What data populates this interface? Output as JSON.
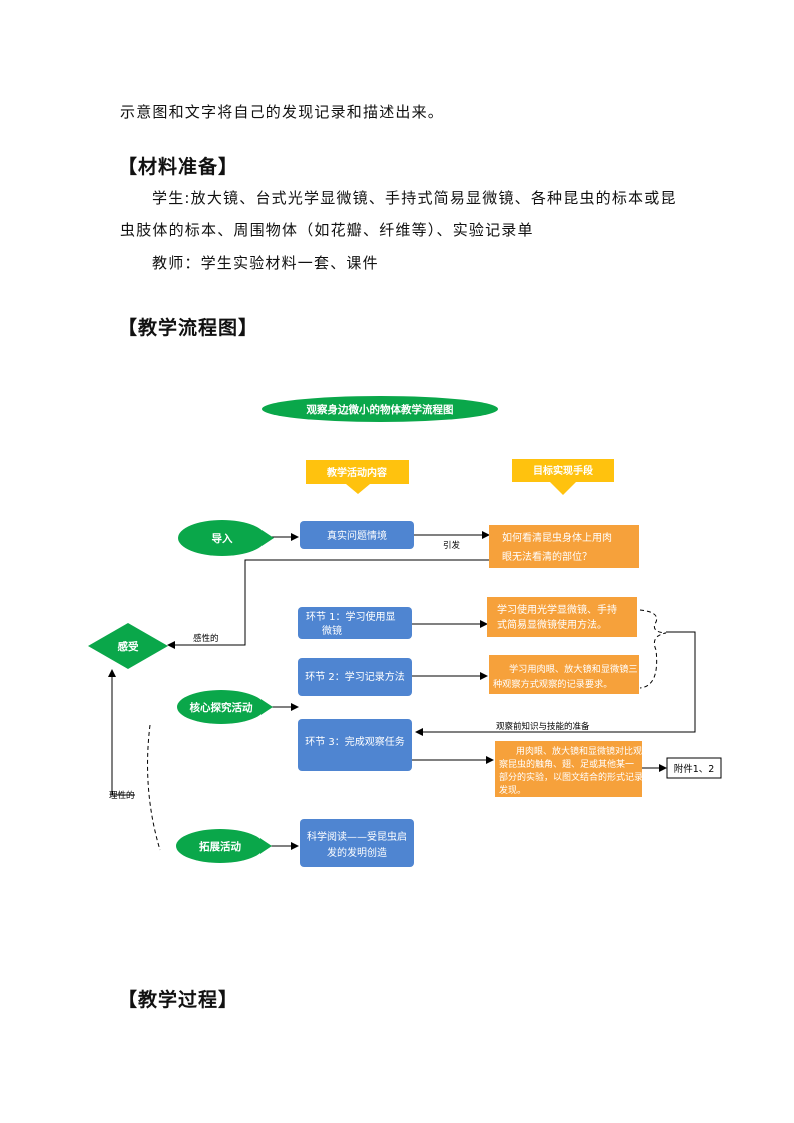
{
  "text": {
    "intro_line": "示意图和文字将自己的发现记录和描述出来。",
    "materials_heading": "【材料准备】",
    "students_line1": "学生:放大镜、台式光学显微镜、手持式简易显微镜、各种昆虫的标本或昆",
    "students_line2": "虫肢体的标本、周围物体（如花瓣、纤维等）、实验记录单",
    "teacher_line": "教师：学生实验材料一套、课件",
    "flowchart_heading": "【教学流程图】",
    "process_heading": "【教学过程】"
  },
  "flowchart": {
    "title": "观察身边微小的物体教学流程图",
    "col_content": "教学活动内容",
    "col_means": "目标实现手段",
    "intro_oval": "导入",
    "core_oval": "核心探究活动",
    "extend_oval": "拓展活动",
    "diamond": "感受",
    "real_box": "真实问题情境",
    "step1_l1": "环节 1：学习使用显",
    "step1_l2": "微镜",
    "step2": "环节 2：学习记录方法",
    "step3": "环节 3：完成观察任务",
    "science_l1": "科学阅读——受昆虫启",
    "science_l2": "发的发明创造",
    "q_l1": "如何看清昆虫身体上用肉",
    "q_l2": "眼无法看清的部位？",
    "o1_l1": "学习使用光学显微镜、手持",
    "o1_l2": "式简易显微镜使用方法。",
    "o2_l1": "学习用肉眼、放大镜和显微镜三",
    "o2_l2": "种观察方式观察的记录要求。",
    "o3_l1": "用肉眼、放大镜和显微镜对比观",
    "o3_l2": "察昆虫的触角、翅、足或其他某一",
    "o3_l3": "部分的实验，以图文结合的形式记录",
    "o3_l4": "发现。",
    "record_box": "附件1、2",
    "label_lead": "引发",
    "label_perceptual": "感性的",
    "label_rational": "理性的",
    "label_prep": "观察前知识与技能的准备"
  },
  "colors": {
    "green": "#0aa74a",
    "blue": "#4f85d1",
    "orange": "#f6a13b",
    "yellow": "#ffc20e"
  }
}
